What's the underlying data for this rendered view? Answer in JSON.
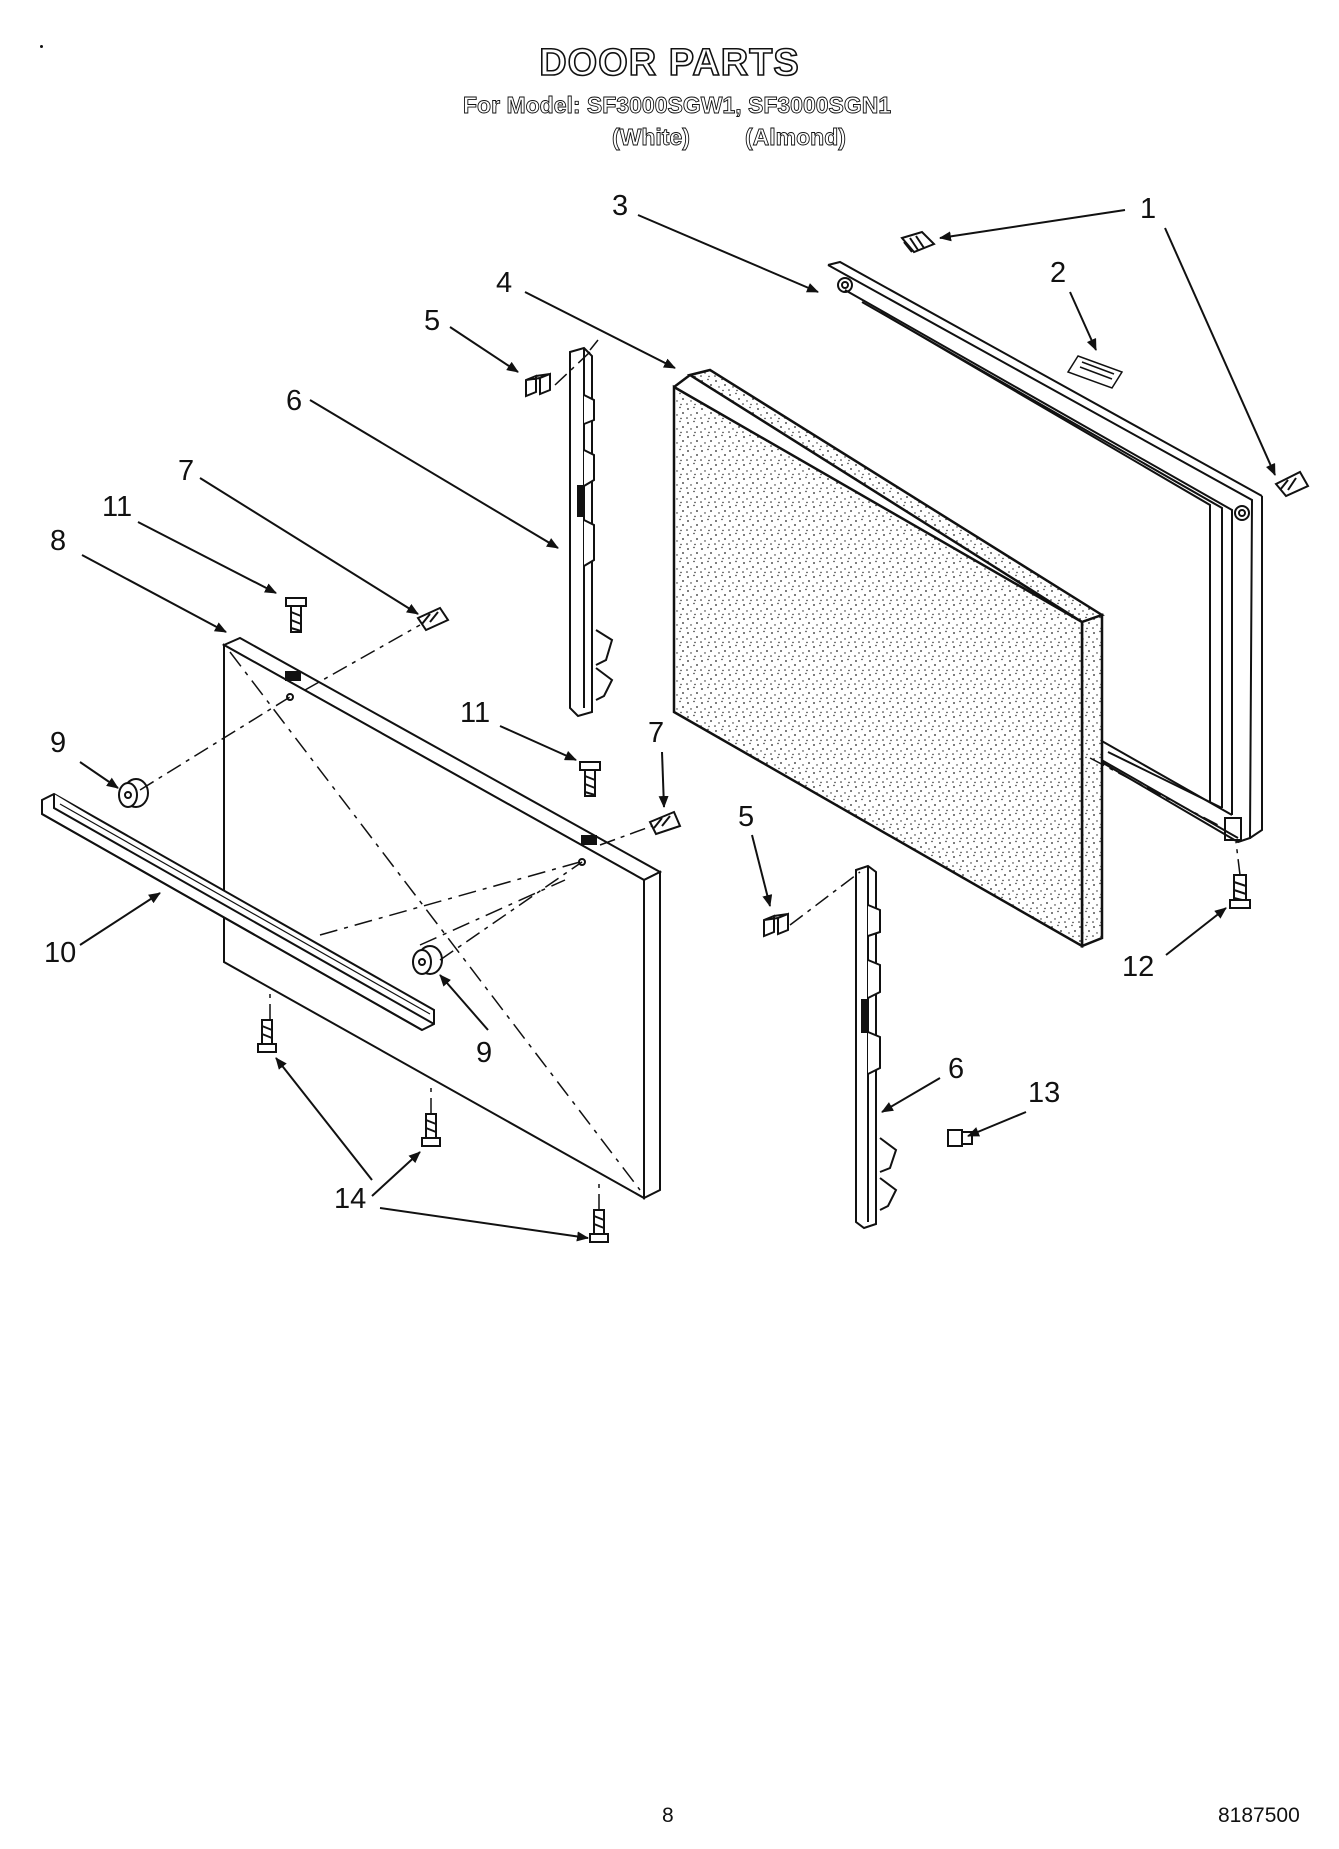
{
  "header": {
    "title": "DOOR PARTS",
    "model_line": "For Model: SF3000SGW1, SF3000SGN1",
    "color_1": "(White)",
    "color_2": "(Almond)"
  },
  "callouts": {
    "c1": "1",
    "c2": "2",
    "c3": "3",
    "c4": "4",
    "c5a": "5",
    "c5b": "5",
    "c6a": "6",
    "c6b": "6",
    "c7a": "7",
    "c7b": "7",
    "c8": "8",
    "c9a": "9",
    "c9b": "9",
    "c10": "10",
    "c11a": "11",
    "c11b": "11",
    "c12": "12",
    "c13": "13",
    "c14": "14"
  },
  "footer": {
    "page_number": "8",
    "doc_number": "8187500"
  }
}
